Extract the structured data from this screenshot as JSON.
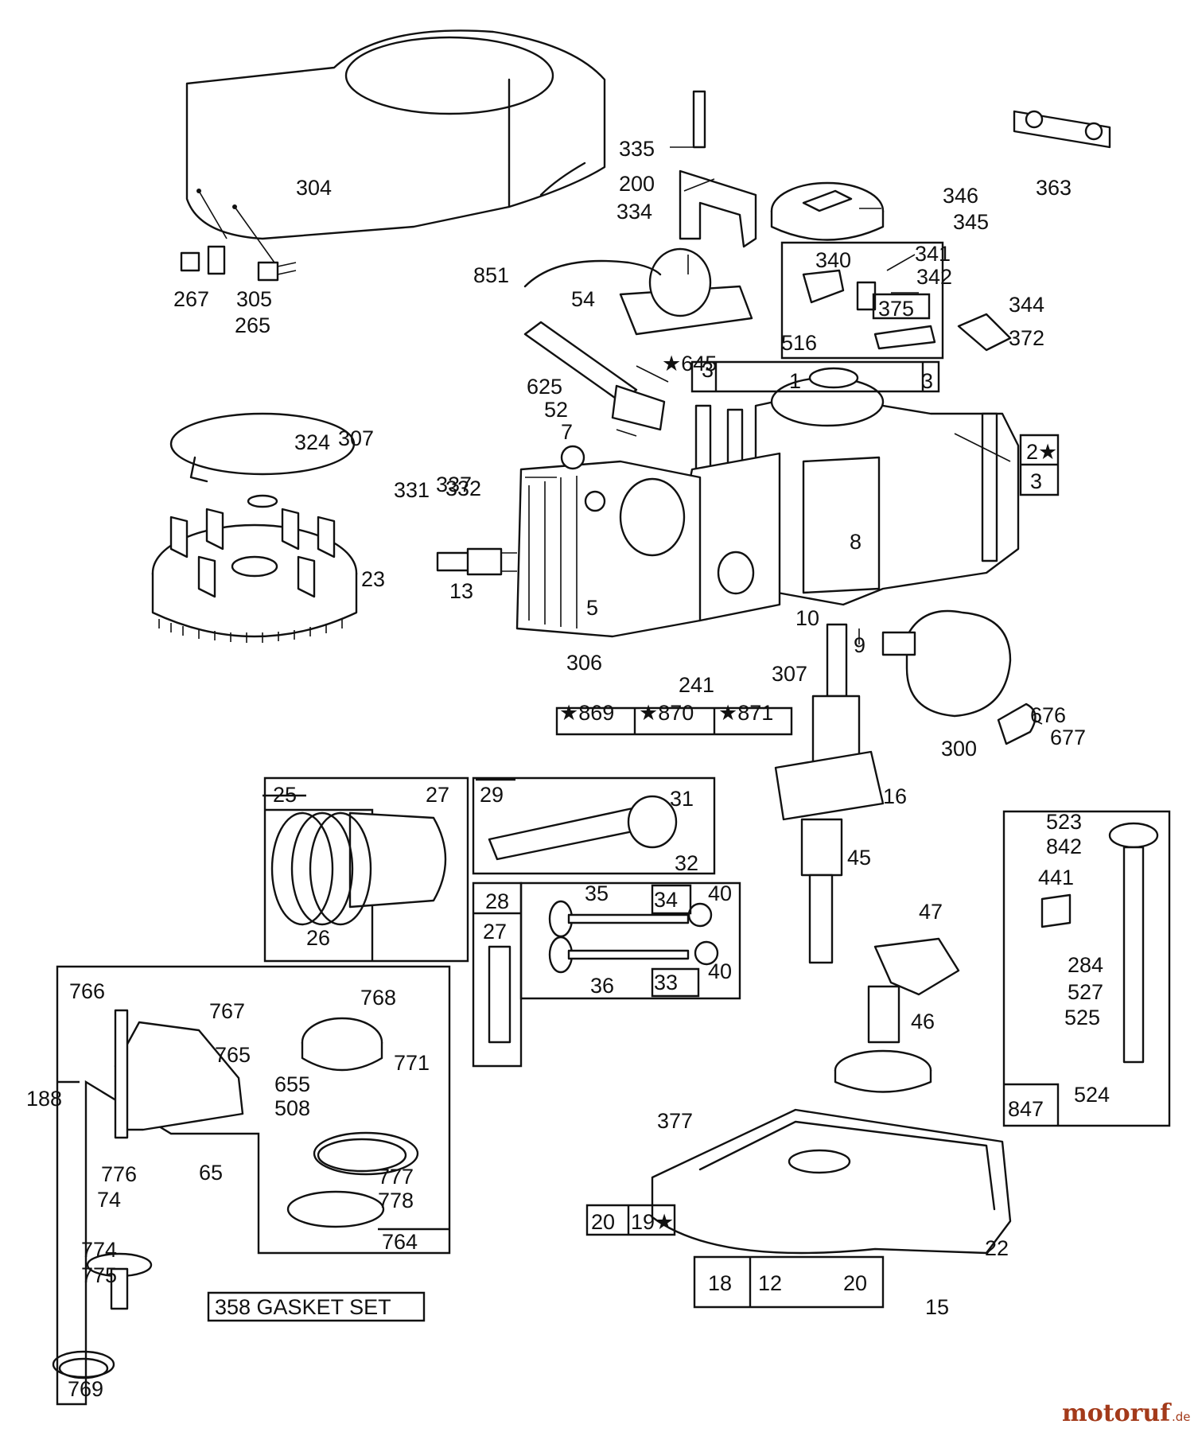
{
  "labels": [
    "304",
    "335",
    "200",
    "334",
    "346",
    "345",
    "363",
    "340",
    "341",
    "342",
    "375",
    "344",
    "372",
    "516",
    "851",
    "54",
    "267",
    "305",
    "265",
    "★645",
    "625",
    "52",
    "7",
    "3",
    "1",
    "3",
    "2★",
    "3",
    "8",
    "10",
    "9",
    "337",
    "324",
    "307",
    "331",
    "332",
    "23",
    "13",
    "5",
    "306",
    "241",
    "307",
    "★869",
    "★870",
    "★871",
    "676",
    "677",
    "300",
    "16",
    "45",
    "25",
    "27",
    "26",
    "29",
    "31",
    "32",
    "28",
    "27",
    "35",
    "34",
    "40",
    "40",
    "33",
    "36",
    "47",
    "46",
    "523",
    "842",
    "441",
    "284",
    "527",
    "525",
    "524",
    "847",
    "766",
    "767",
    "768",
    "765",
    "771",
    "655",
    "508",
    "188",
    "65",
    "776",
    "74",
    "777",
    "778",
    "764",
    "774",
    "775",
    "769",
    "358 GASKET SET",
    "377",
    "20",
    "19★",
    "18",
    "12",
    "20",
    "22",
    "15"
  ],
  "watermark": {
    "name": "motoruf",
    "suffix": ".de"
  }
}
